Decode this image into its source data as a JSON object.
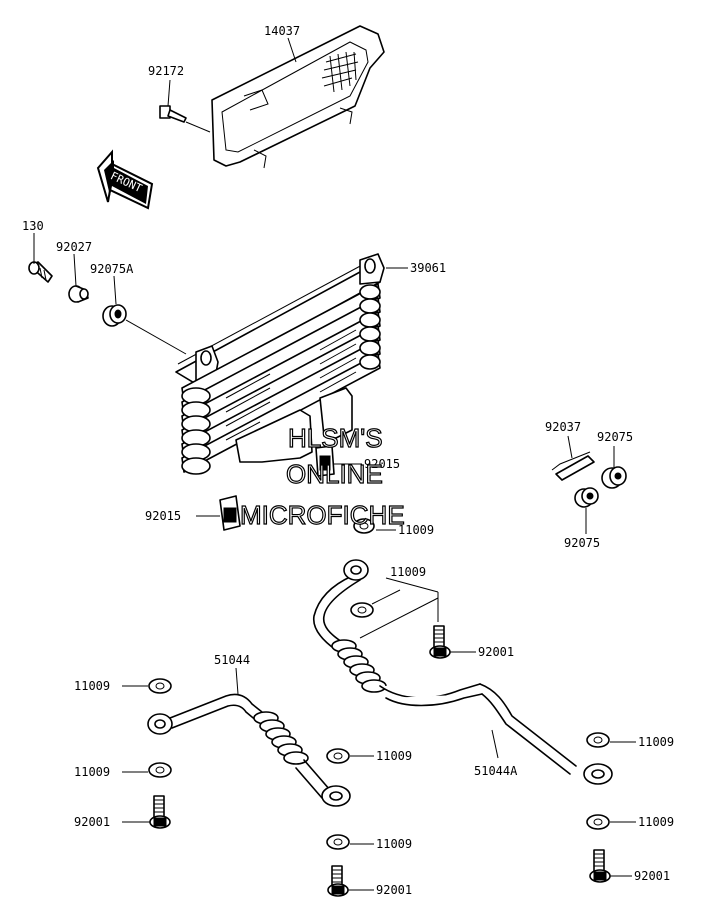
{
  "parts": [
    {
      "id": "14037",
      "name": "oil-cooler-guard"
    },
    {
      "id": "92172",
      "name": "screw"
    },
    {
      "id": "130",
      "name": "bolt"
    },
    {
      "id": "92027",
      "name": "collar"
    },
    {
      "id": "92075A",
      "name": "damper"
    },
    {
      "id": "39061",
      "name": "oil-cooler"
    },
    {
      "id": "92015",
      "name": "nut"
    },
    {
      "id": "92037",
      "name": "clamp"
    },
    {
      "id": "92075",
      "name": "damper"
    },
    {
      "id": "11009",
      "name": "gasket"
    },
    {
      "id": "51044",
      "name": "oil-hose"
    },
    {
      "id": "51044A",
      "name": "oil-hose"
    },
    {
      "id": "92001",
      "name": "banjo-bolt"
    }
  ],
  "labels": {
    "p14037": "14037",
    "p92172": "92172",
    "p130": "130",
    "p92027": "92027",
    "p92075A": "92075A",
    "p39061": "39061",
    "p92015_upper": "92015",
    "p92015_lower": "92015",
    "p92037": "92037",
    "p92075_upper": "92075",
    "p92075_lower": "92075",
    "p11009_a": "11009",
    "p11009_b": "11009",
    "p11009_c": "11009",
    "p11009_d": "11009",
    "p11009_e": "11009",
    "p11009_f": "11009",
    "p11009_g": "11009",
    "p11009_h": "11009",
    "p51044": "51044",
    "p51044A": "51044A",
    "p92001_a": "92001",
    "p92001_b": "92001",
    "p92001_c": "92001",
    "p92001_d": "92001"
  },
  "front_arrow": "FRONT",
  "watermark": {
    "line1": "HLSM'S",
    "line2": "ONLINE",
    "line3": "MICROFICHE"
  }
}
